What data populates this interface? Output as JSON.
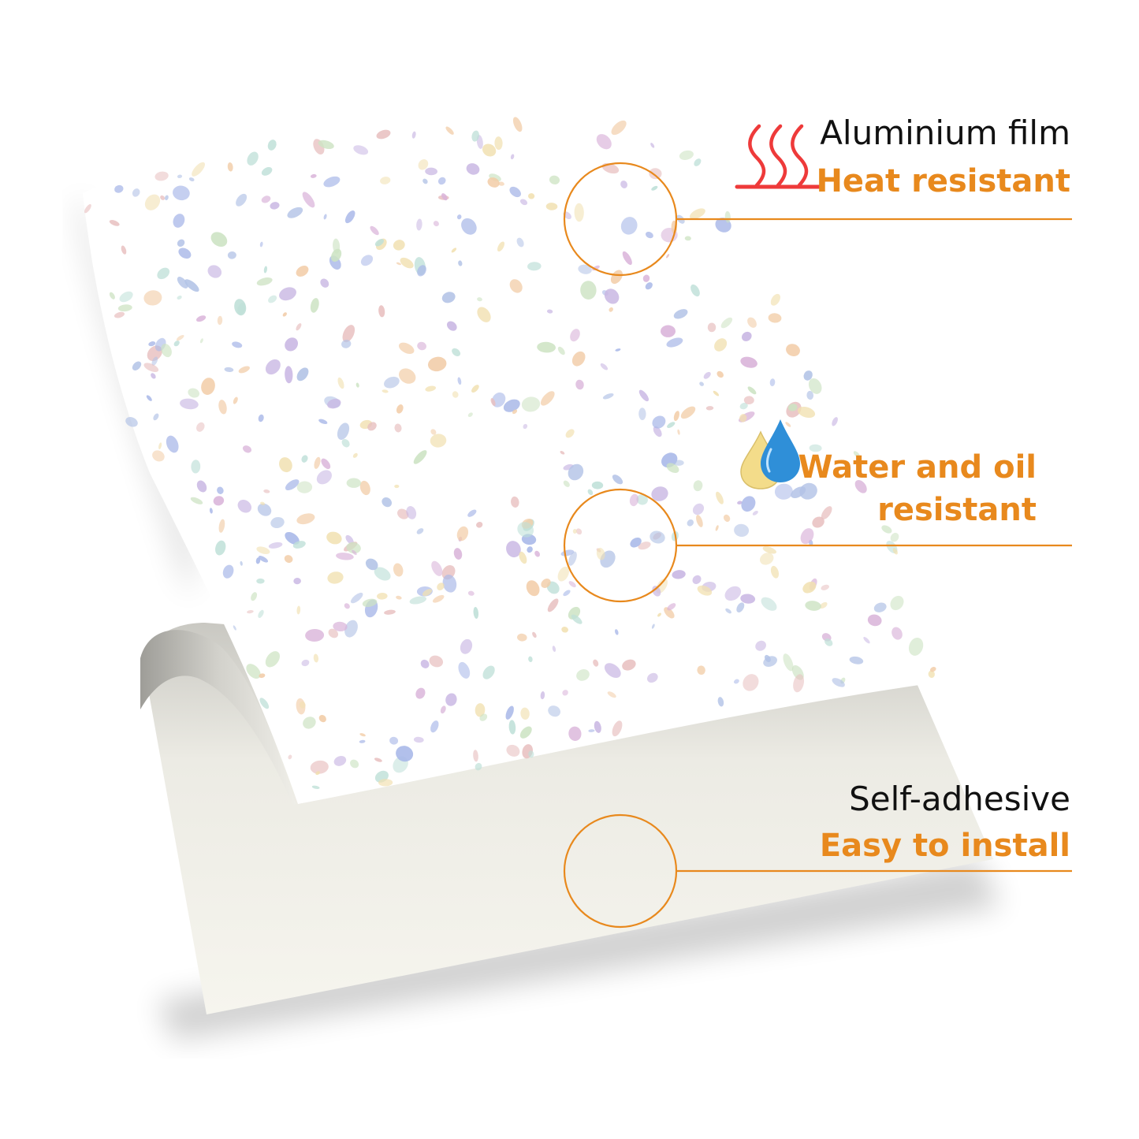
{
  "colors": {
    "accent_orange": "#e8891d",
    "heat_red": "#ee3a3a",
    "water_blue": "#2f8fd8",
    "oil_yellow": "#f3dc8a",
    "backing": "#f3f2ea",
    "film": "#ffffff"
  },
  "features": [
    {
      "icon": "heat-waves-icon",
      "title": "Aluminium film",
      "subtitle": "Heat resistant"
    },
    {
      "icon": "water-oil-drops-icon",
      "title": "",
      "subtitle_line1": "Water and oil",
      "subtitle_line2": "resistant"
    },
    {
      "icon": "",
      "title": "Self-adhesive",
      "subtitle": "Easy to install"
    }
  ]
}
